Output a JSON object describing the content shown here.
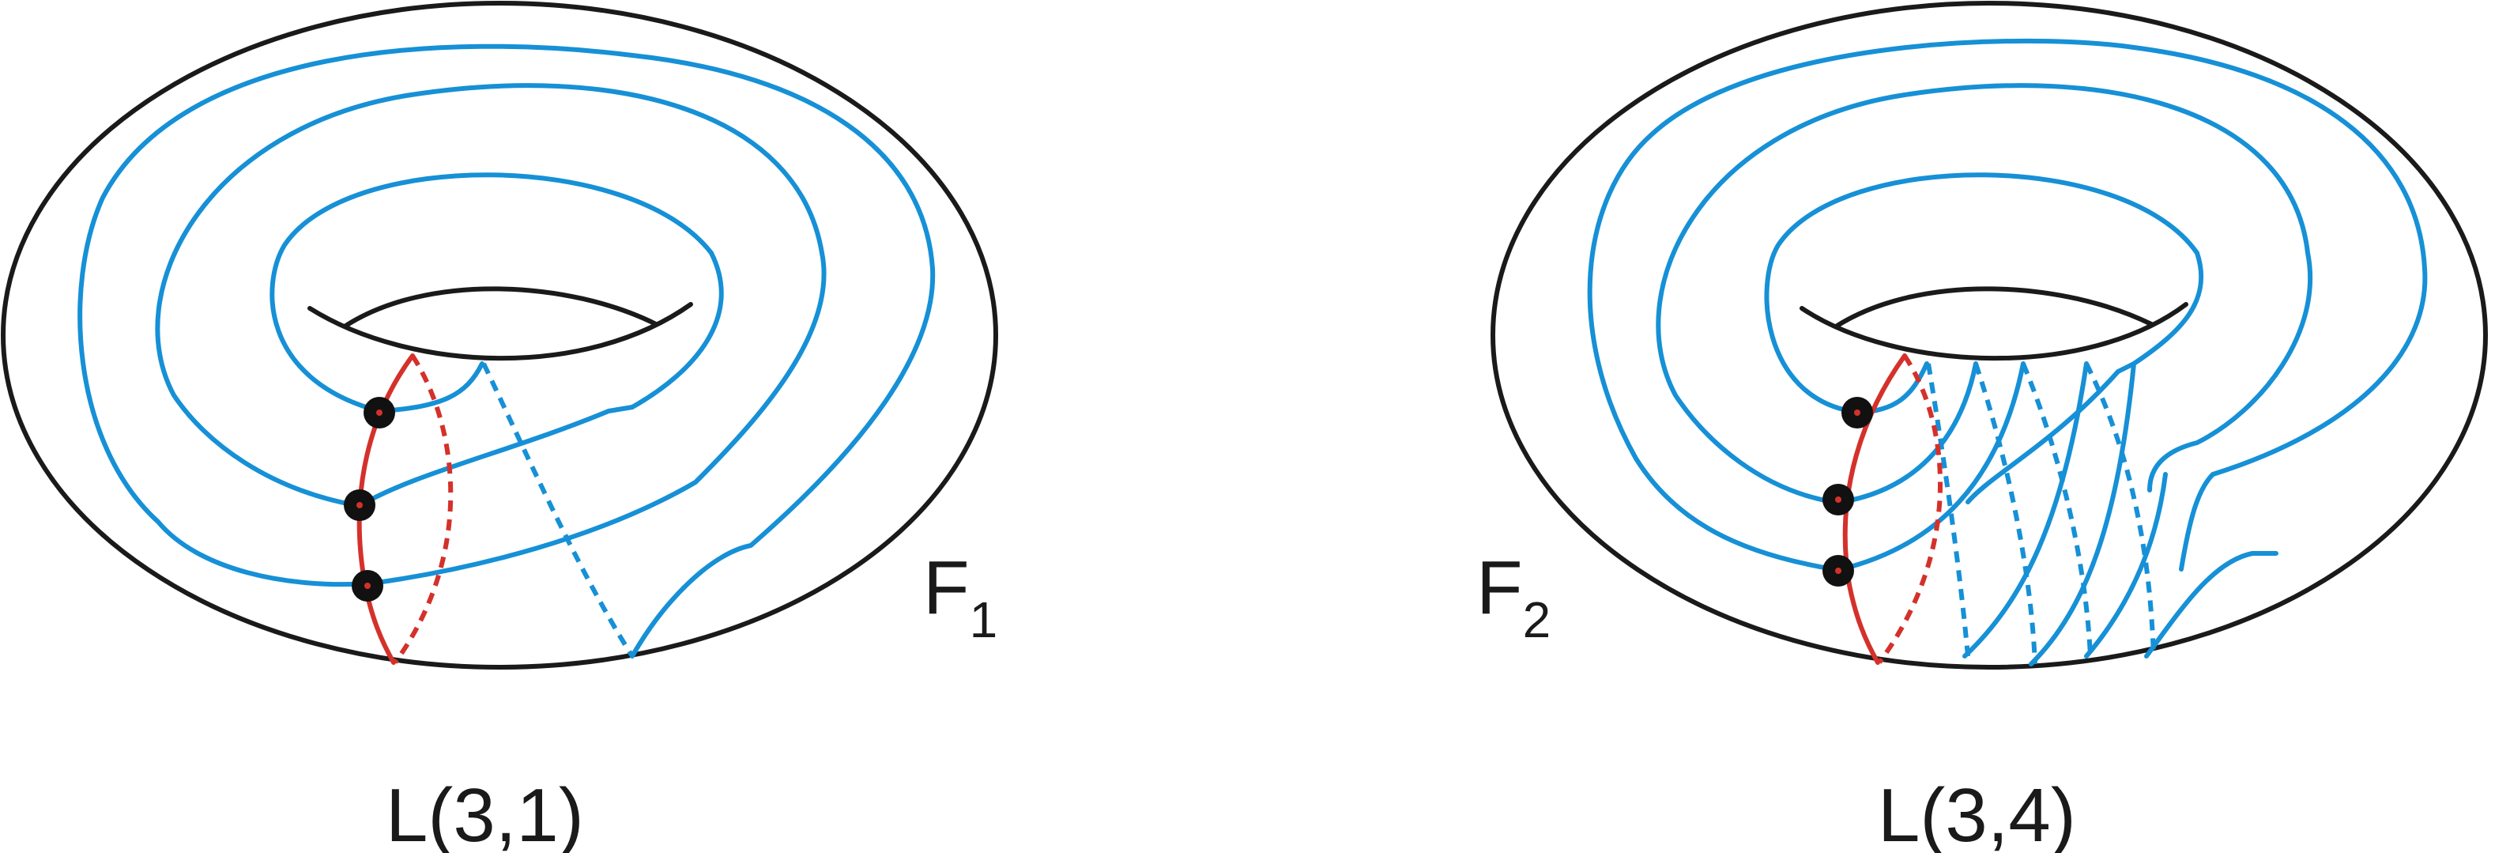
{
  "figures": [
    {
      "surface_label": "F",
      "surface_sub": "1",
      "caption": "L(3,1)"
    },
    {
      "surface_label": "F",
      "surface_sub": "2",
      "caption": "L(3,4)"
    }
  ],
  "colors": {
    "outline": "#1a1a1a",
    "curve_blue": "#1690d6",
    "curve_red": "#d4312b",
    "marker": "#111111"
  }
}
